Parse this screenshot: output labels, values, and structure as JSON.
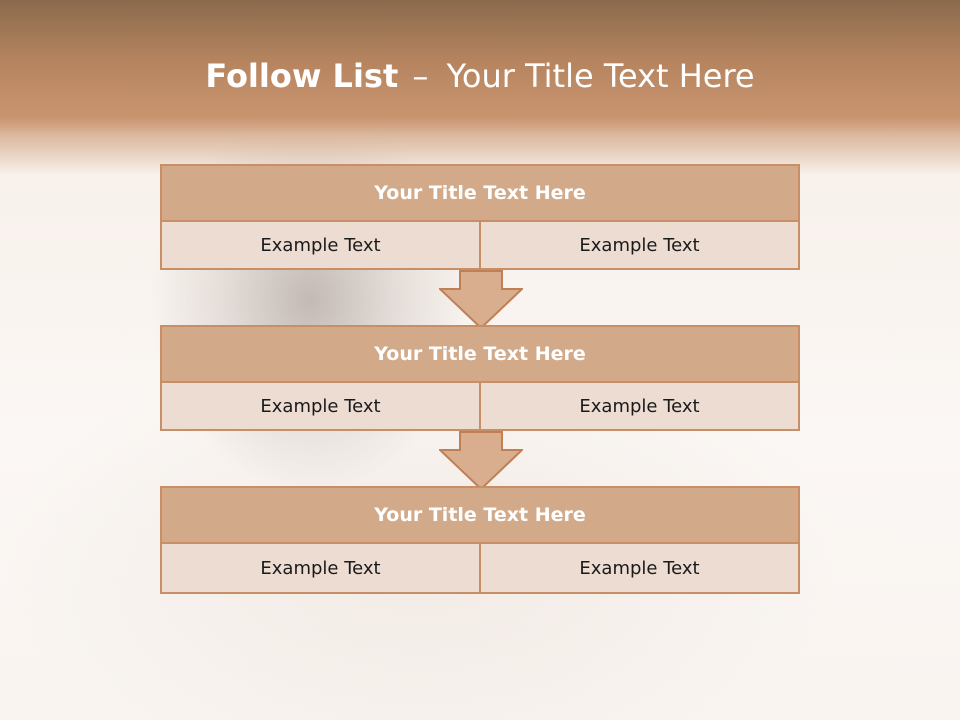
{
  "slide": {
    "title_bold": "Follow List",
    "title_separator": "–",
    "title_rest": "Your Title Text Here"
  },
  "steps": [
    {
      "title": "Your Title Text Here",
      "left": "Example Text",
      "right": "Example Text"
    },
    {
      "title": "Your Title Text Here",
      "left": "Example Text",
      "right": "Example Text"
    },
    {
      "title": "Your Title Text Here",
      "left": "Example Text",
      "right": "Example Text"
    }
  ],
  "colors": {
    "header_band": "#c99570",
    "box_title_fill": "#d2aa8a",
    "box_row_fill": "#ecdcd2",
    "border": "#c88f66",
    "arrow_fill": "#d8ae8e"
  }
}
